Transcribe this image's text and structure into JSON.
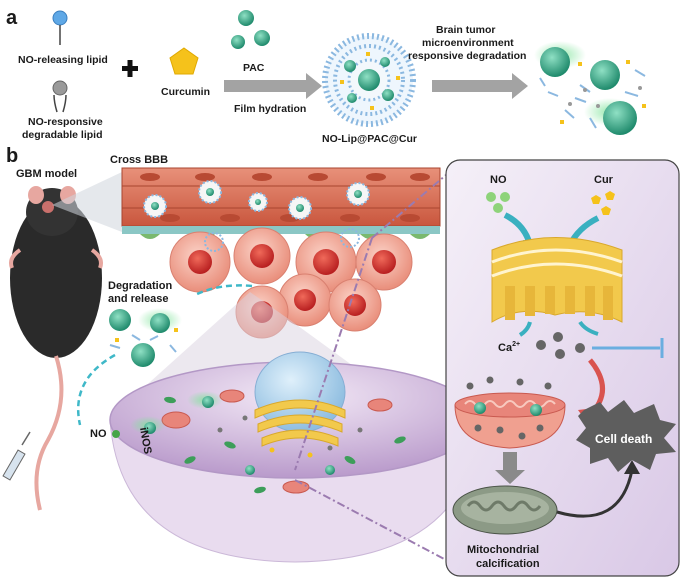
{
  "panel_a": {
    "letter": "a",
    "no_releasing_lipid": "NO-releasing lipid",
    "no_responsive_lipid_line1": "NO-responsive",
    "no_responsive_lipid_line2": "degradable lipid",
    "plus": "+",
    "curcumin": "Curcumin",
    "pac": "PAC",
    "film_hydration": "Film hydration",
    "liposome": "NO-Lip@PAC@Cur",
    "degradation_line1": "Brain tumor",
    "degradation_line2": "microenvironment",
    "degradation_line3": "responsive degradation"
  },
  "panel_b": {
    "letter": "b",
    "gbm_model": "GBM model",
    "cross_bbb": "Cross BBB",
    "degradation_release_line1": "Degradation",
    "degradation_release_line2": "and release",
    "no_label": "NO",
    "inos_label": "iNOS",
    "inset_no": "NO",
    "inset_cur": "Cur",
    "ca_label": "Ca",
    "ca_sup": "2+",
    "cell_death": "Cell death",
    "calcification_line1": "Mitochondrial",
    "calcification_line2": "calcification"
  },
  "colors": {
    "no_green": "#8ed37a",
    "pac_teal": "#2fa383",
    "curcumin_yellow": "#f5c21b",
    "endothelium": "#d9755a",
    "tumor_cell": "#f1a99a",
    "nucleus_red": "#d9322f",
    "golgi_yellow": "#f2c94c",
    "inset_bg": "#e8def0",
    "arrow_gray": "#9a9a9a"
  }
}
